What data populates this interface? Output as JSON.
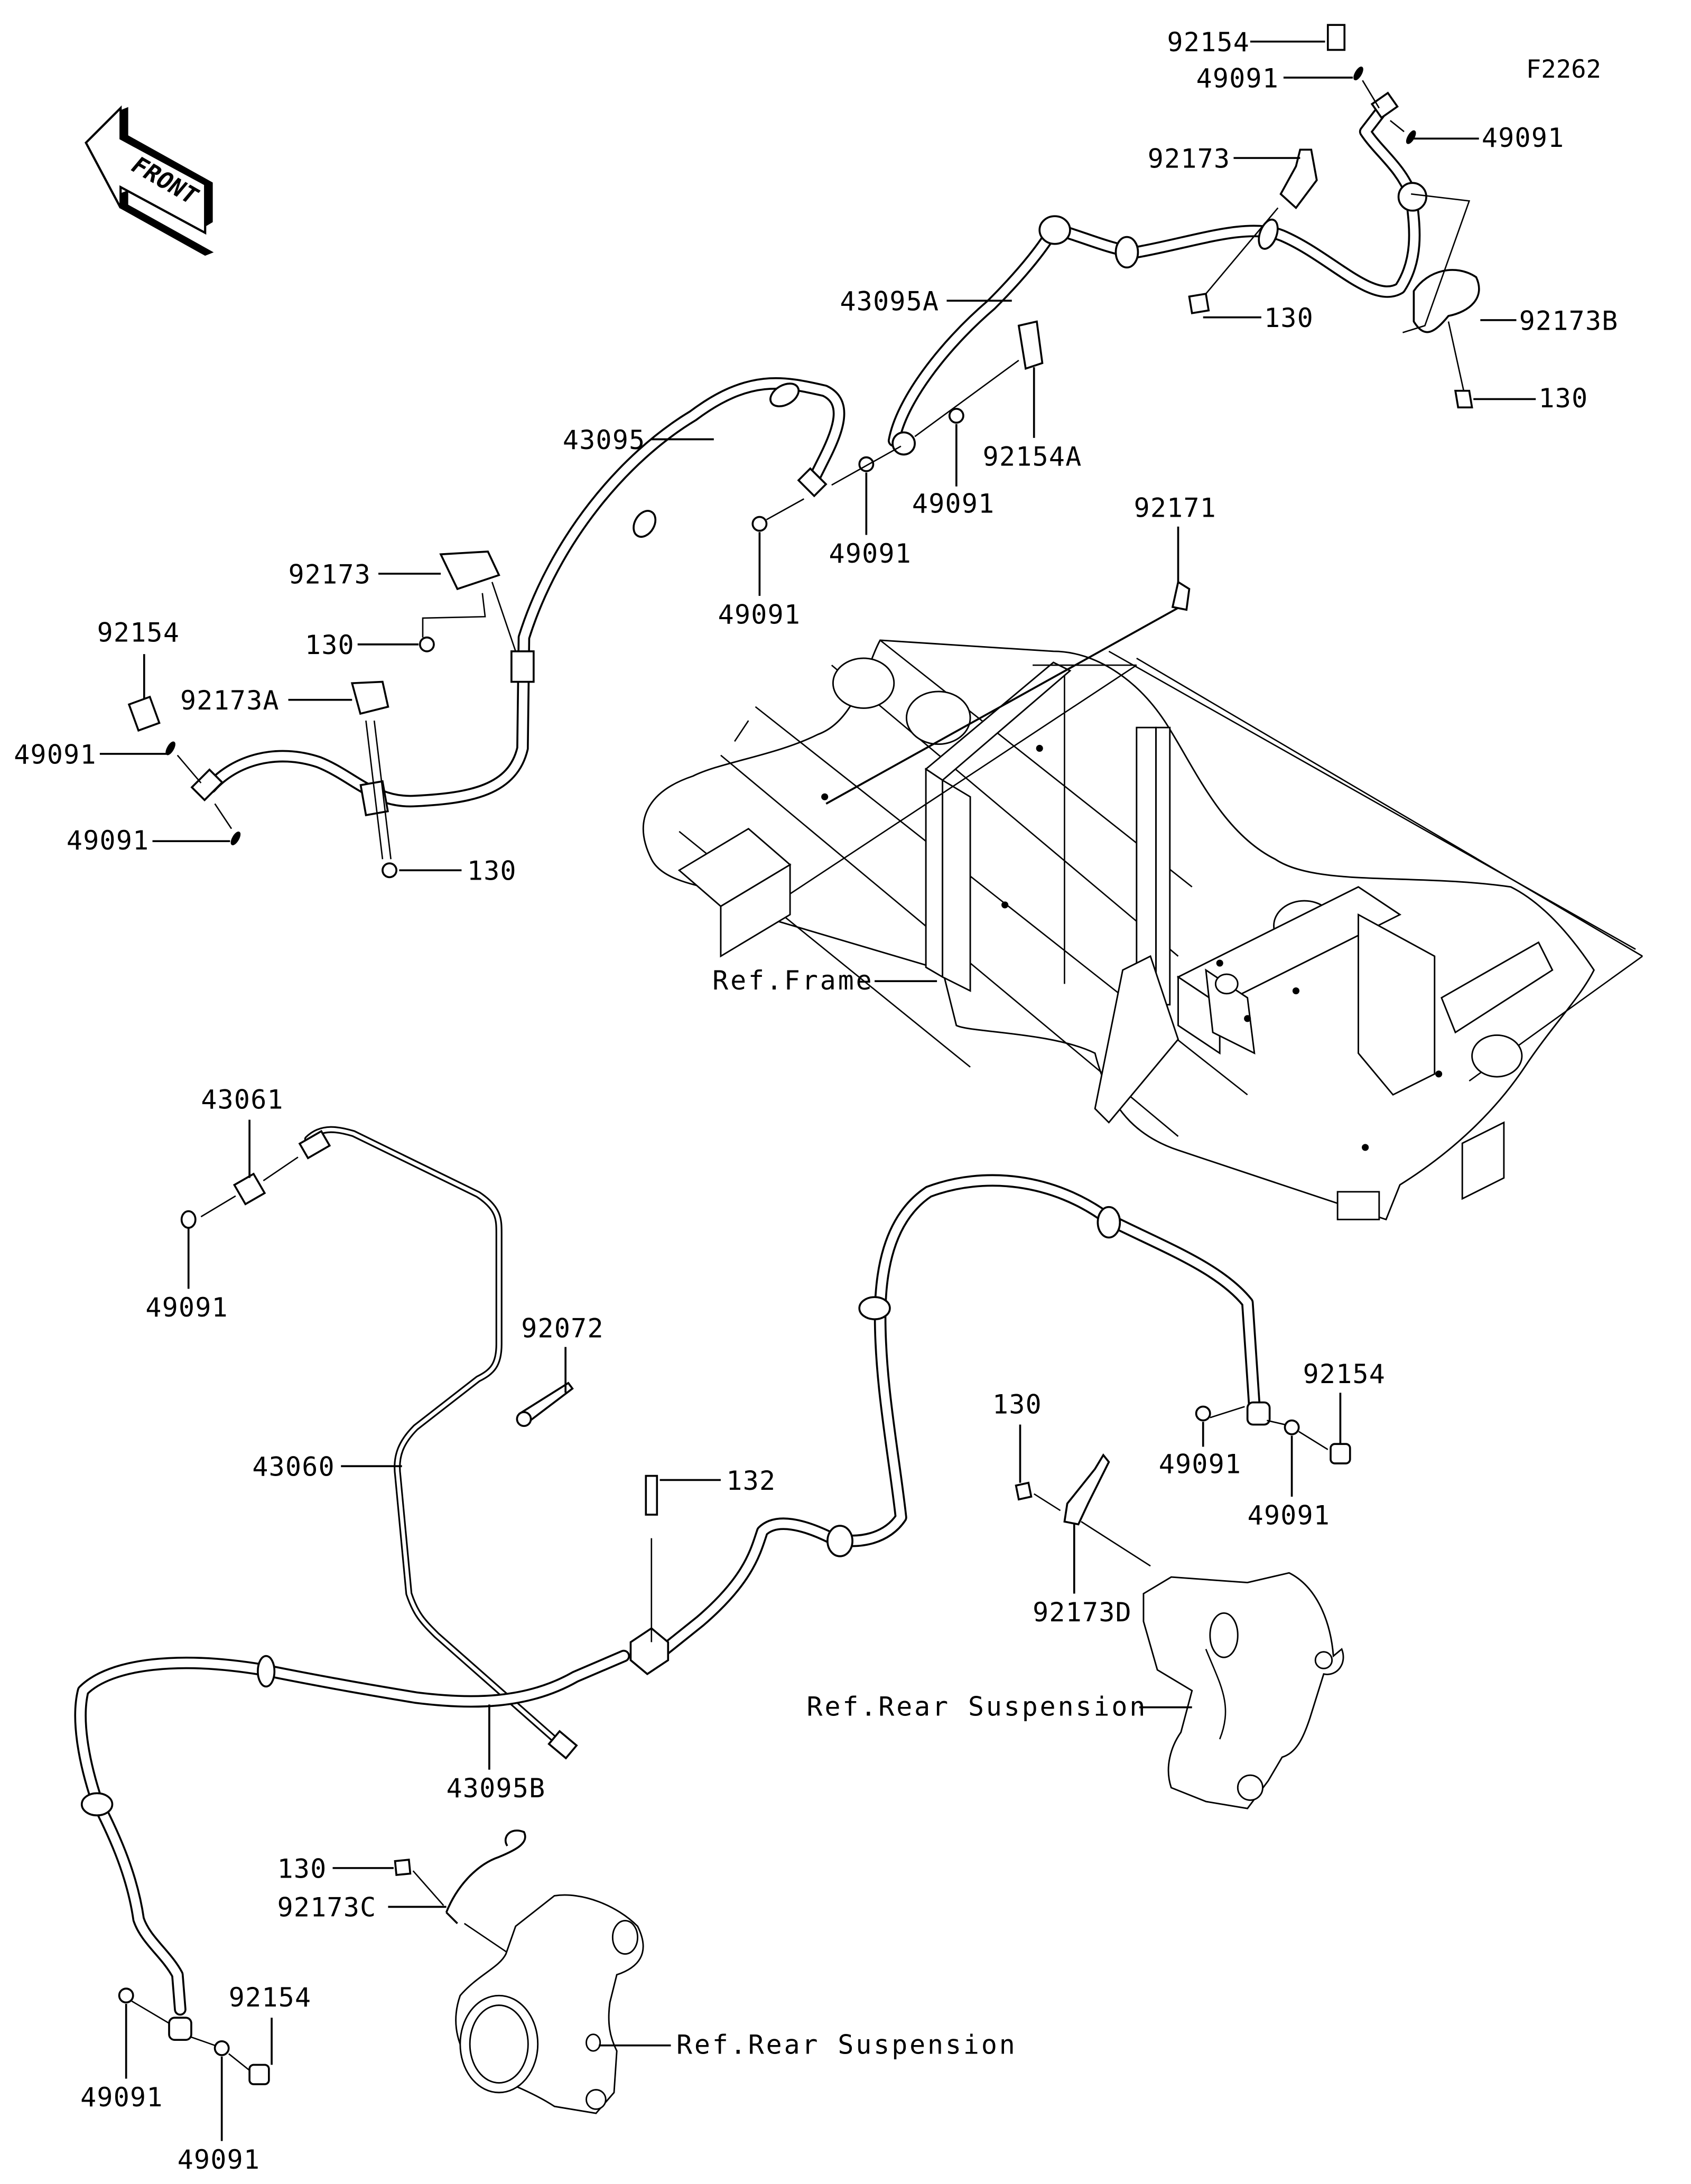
{
  "figure_id": "F2262",
  "orientation_marker": {
    "text": "FRONT",
    "icon": "front-direction-arrow"
  },
  "callouts": [
    {
      "id": "c01",
      "part_no": "92154",
      "desc": "bolt (top right)"
    },
    {
      "id": "c02",
      "part_no": "49091",
      "desc": "washer (top right, upper)"
    },
    {
      "id": "c03",
      "part_no": "49091",
      "desc": "washer (top right, lower)"
    },
    {
      "id": "c04",
      "part_no": "92173",
      "desc": "clamp (top)"
    },
    {
      "id": "c05",
      "part_no": "43095A",
      "desc": "brake hose"
    },
    {
      "id": "c06",
      "part_no": "130",
      "desc": "bolt for 92173"
    },
    {
      "id": "c07",
      "part_no": "92173B",
      "desc": "clamp"
    },
    {
      "id": "c08",
      "part_no": "130",
      "desc": "bolt for 92173B"
    },
    {
      "id": "c09",
      "part_no": "43095",
      "desc": "brake hose"
    },
    {
      "id": "c10",
      "part_no": "92154A",
      "desc": "bolt"
    },
    {
      "id": "c11",
      "part_no": "49091",
      "desc": "washer (center)"
    },
    {
      "id": "c12",
      "part_no": "49091",
      "desc": "washer (center)"
    },
    {
      "id": "c13",
      "part_no": "49091",
      "desc": "washer (center lower)"
    },
    {
      "id": "c14",
      "part_no": "92171",
      "desc": "clip"
    },
    {
      "id": "c15",
      "part_no": "92173",
      "desc": "clamp (left)"
    },
    {
      "id": "c16",
      "part_no": "130",
      "desc": "bolt for 92173 (left)"
    },
    {
      "id": "c17",
      "part_no": "92154",
      "desc": "bolt (left)"
    },
    {
      "id": "c18",
      "part_no": "92173A",
      "desc": "clamp"
    },
    {
      "id": "c19",
      "part_no": "49091",
      "desc": "washer (left upper)"
    },
    {
      "id": "c20",
      "part_no": "49091",
      "desc": "washer (left lower)"
    },
    {
      "id": "c21",
      "part_no": "130",
      "desc": "bolt for 92173A"
    },
    {
      "id": "c22",
      "part_no": "43061",
      "desc": "fitting"
    },
    {
      "id": "c23",
      "part_no": "49091",
      "desc": "washer for 43061"
    },
    {
      "id": "c24",
      "part_no": "92072",
      "desc": "band"
    },
    {
      "id": "c25",
      "part_no": "43060",
      "desc": "brake pipe"
    },
    {
      "id": "c26",
      "part_no": "132",
      "desc": "bolt (joint)"
    },
    {
      "id": "c27",
      "part_no": "130",
      "desc": "bolt for 92173D"
    },
    {
      "id": "c28",
      "part_no": "92154",
      "desc": "bolt (right caliper)"
    },
    {
      "id": "c29",
      "part_no": "49091",
      "desc": "washer (right caliper)"
    },
    {
      "id": "c30",
      "part_no": "49091",
      "desc": "washer (right caliper)"
    },
    {
      "id": "c31",
      "part_no": "92173D",
      "desc": "clamp"
    },
    {
      "id": "c32",
      "part_no": "43095B",
      "desc": "brake hose"
    },
    {
      "id": "c33",
      "part_no": "130",
      "desc": "bolt for 92173C"
    },
    {
      "id": "c34",
      "part_no": "92173C",
      "desc": "clamp"
    },
    {
      "id": "c35",
      "part_no": "92154",
      "desc": "bolt (left caliper)"
    },
    {
      "id": "c36",
      "part_no": "49091",
      "desc": "washer (left caliper)"
    },
    {
      "id": "c37",
      "part_no": "49091",
      "desc": "washer (left caliper)"
    }
  ],
  "references": {
    "frame": "Ref.Frame",
    "rear_suspension_right": "Ref.Rear Suspension",
    "rear_suspension_left": "Ref.Rear Suspension"
  },
  "colors": {
    "line": "#000000",
    "background": "#ffffff"
  }
}
